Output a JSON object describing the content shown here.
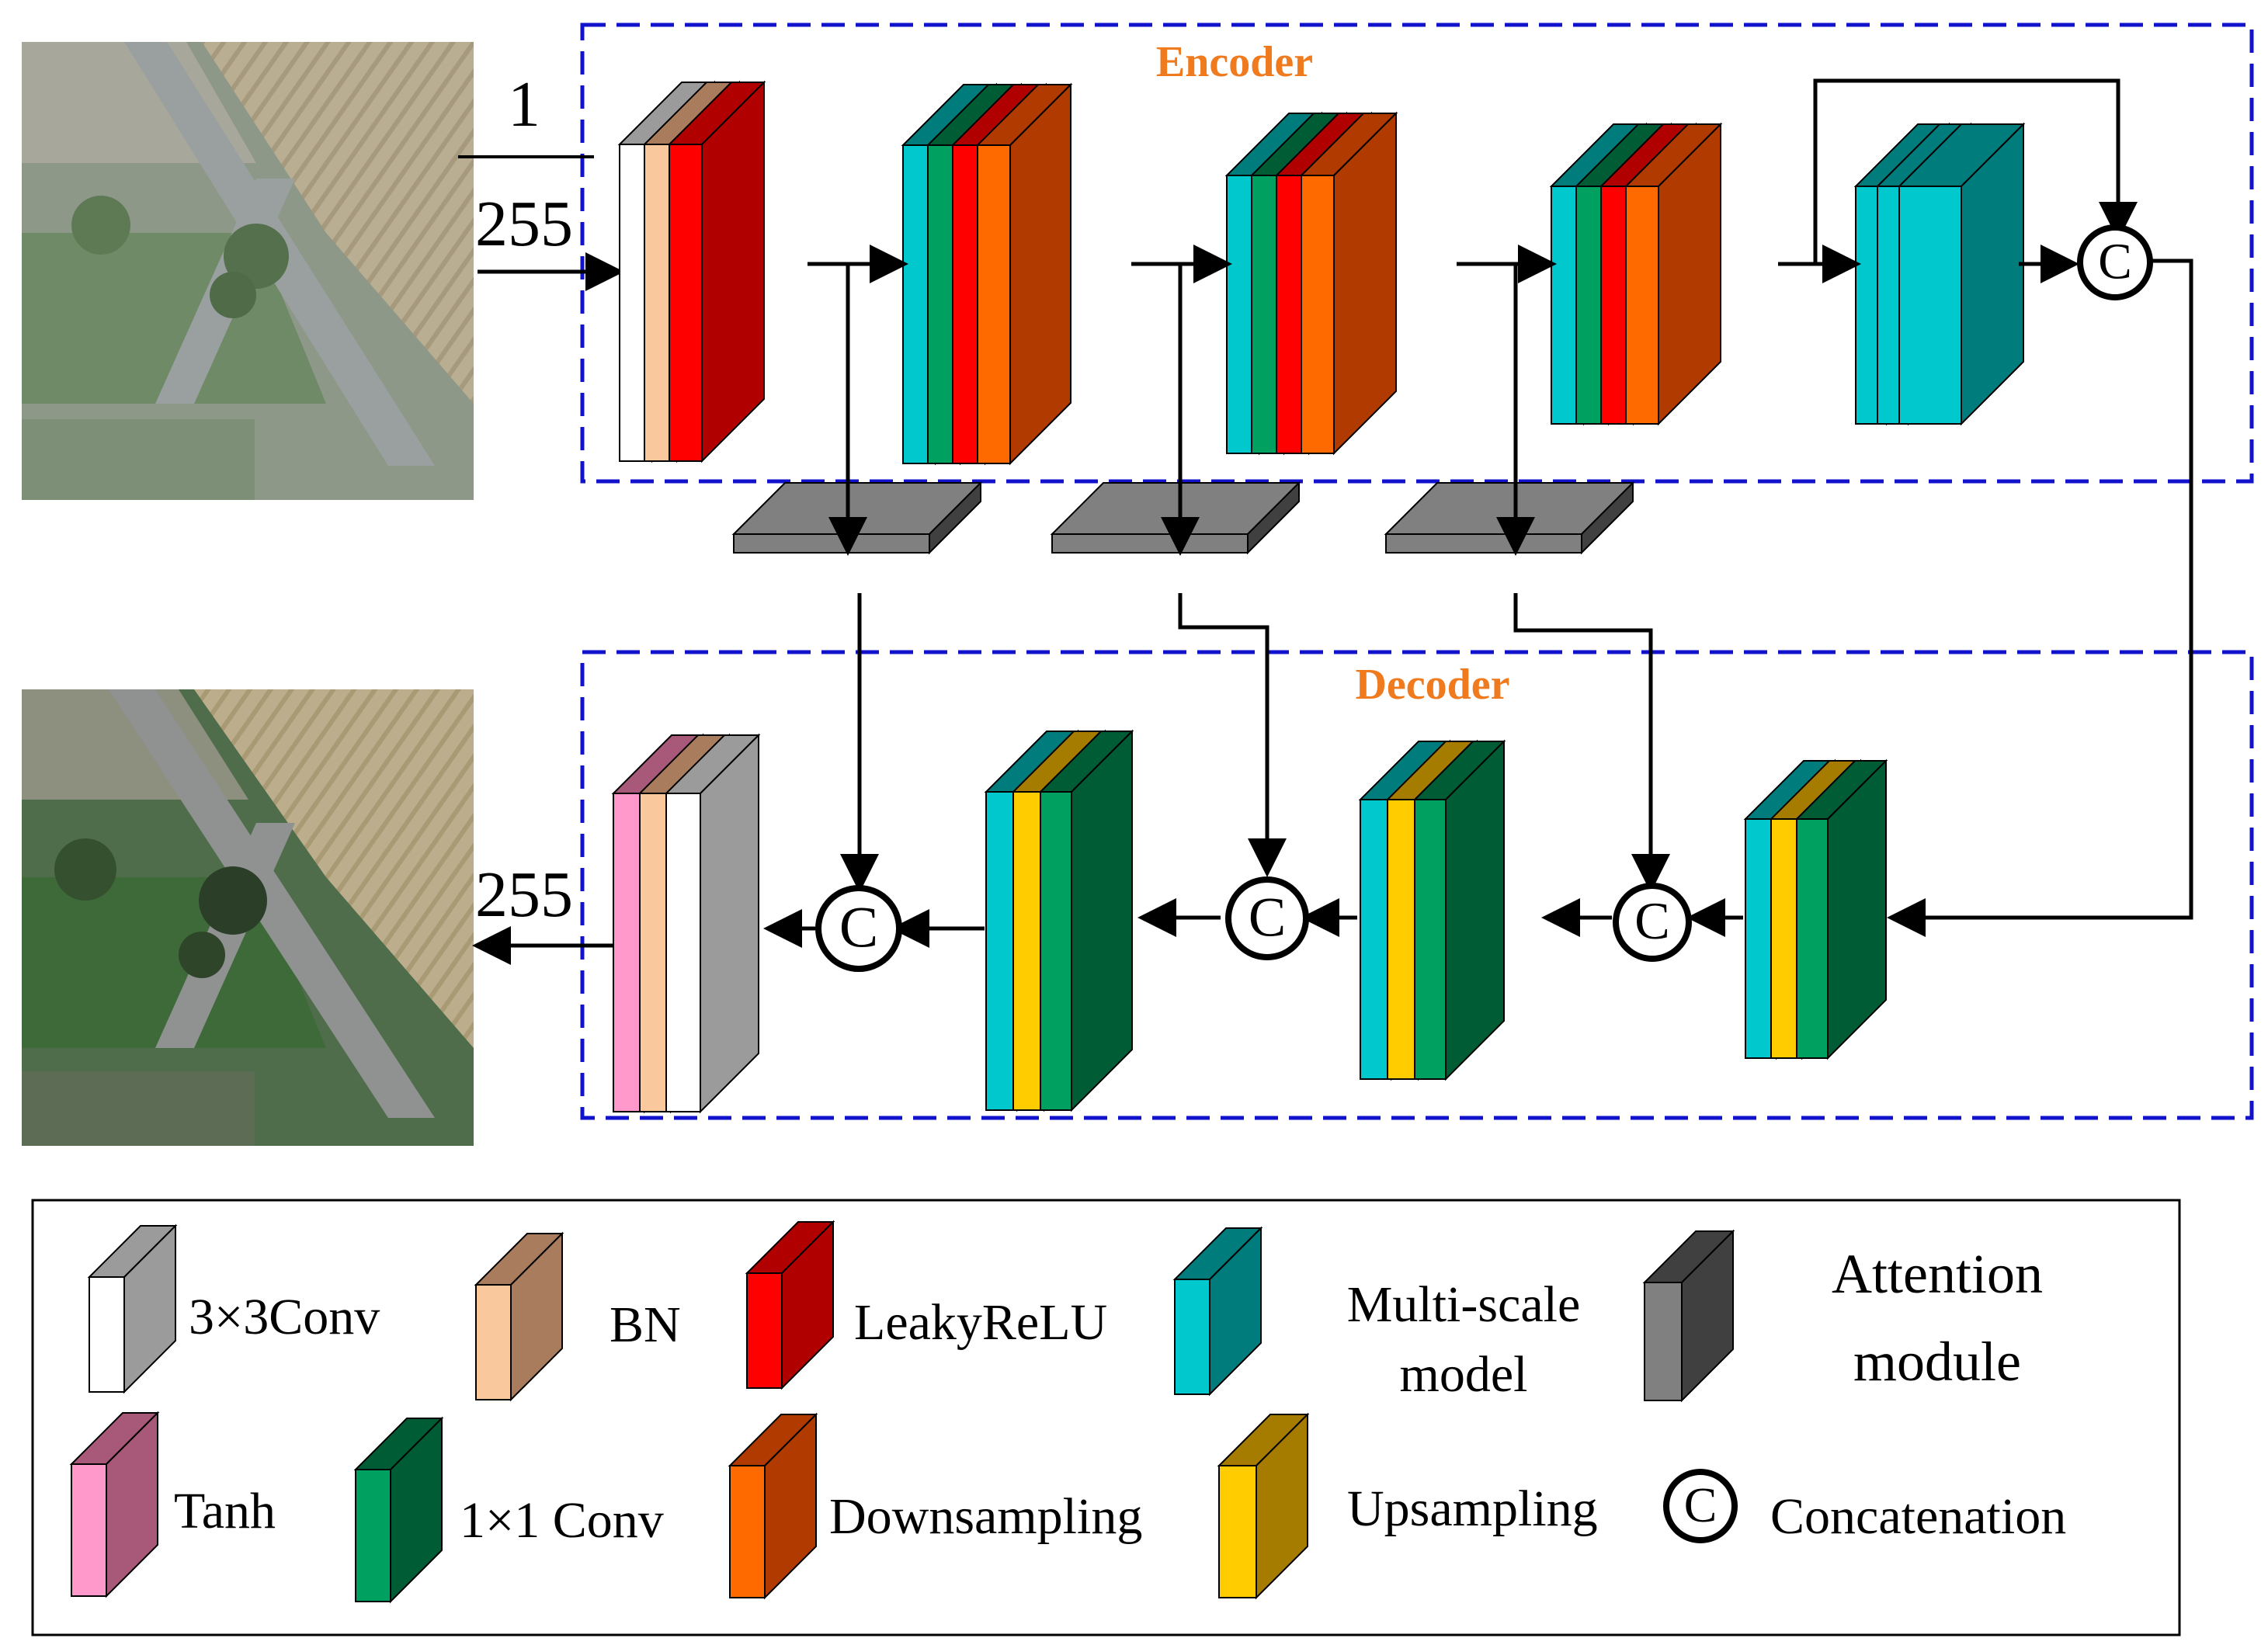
{
  "encoder_label": "Encoder",
  "decoder_label": "Decoder",
  "input_fraction": {
    "numerator": "1",
    "denominator": "255"
  },
  "output_scale": "255",
  "concat_symbol": "C",
  "colors": {
    "box_border": "#1212cc",
    "section_title": "#f07a1e",
    "conv_front": "#ffffff",
    "conv_side": "#9b9b9b",
    "bn_front": "#f9c89c",
    "bn_side": "#a87c5c",
    "leaky_front": "#ff0000",
    "leaky_side": "#b10000",
    "ms_front": "#00c8cc",
    "ms_side": "#007c7c",
    "conv1_front": "#00a060",
    "conv1_side": "#005c34",
    "down_front": "#ff6a00",
    "down_side": "#b03a00",
    "up_front": "#ffcc00",
    "up_side": "#a67c00",
    "tanh_front": "#ff99cc",
    "tanh_side": "#a85878",
    "att_front": "#808080",
    "att_side": "#404040"
  },
  "legend": [
    {
      "key": "conv3",
      "label": "3×3Conv",
      "front": "#ffffff",
      "side": "#9b9b9b"
    },
    {
      "key": "bn",
      "label": "BN",
      "front": "#f9c89c",
      "side": "#a87c5c"
    },
    {
      "key": "leaky",
      "label": "LeakyReLU",
      "front": "#ff0000",
      "side": "#b10000"
    },
    {
      "key": "multiscale",
      "label": "Multi-scale model",
      "line1": "Multi-scale",
      "line2": "model",
      "front": "#00c8cc",
      "side": "#007c7c"
    },
    {
      "key": "attention",
      "label": "Attention module",
      "line1": "Attention",
      "line2": "module",
      "front": "#808080",
      "side": "#404040"
    },
    {
      "key": "tanh",
      "label": "Tanh",
      "front": "#ff99cc",
      "side": "#a85878"
    },
    {
      "key": "conv1",
      "label": "1×1 Conv",
      "front": "#00a060",
      "side": "#005c34"
    },
    {
      "key": "down",
      "label": "Downsampling",
      "front": "#ff6a00",
      "side": "#b03a00"
    },
    {
      "key": "up",
      "label": "Upsampling",
      "front": "#ffcc00",
      "side": "#a67c00"
    },
    {
      "key": "concat",
      "label": "Concatenation"
    }
  ]
}
